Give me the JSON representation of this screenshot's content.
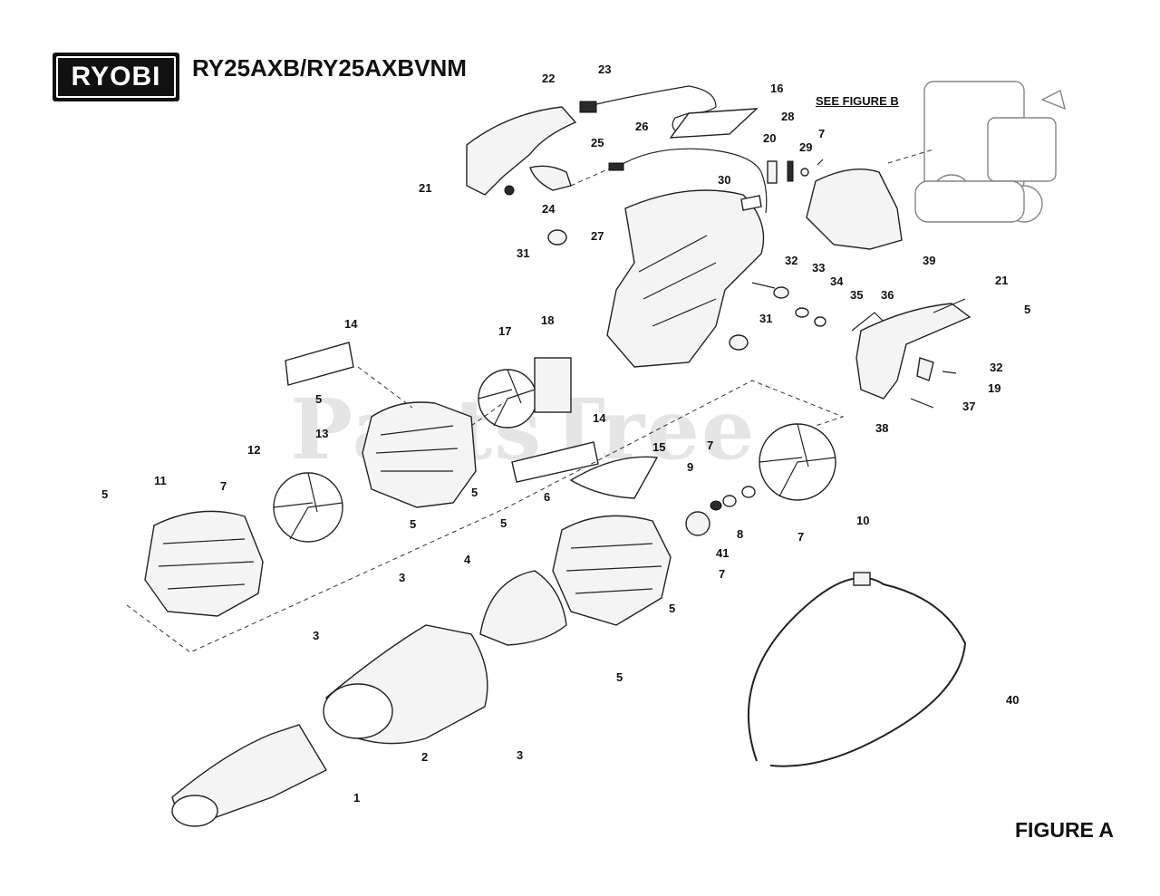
{
  "brand": "RYOBI",
  "model": "RY25AXB/RY25AXBVNM",
  "figure_label": "FIGURE A",
  "see_figure": "SEE FIGURE B",
  "watermark": "PartsTree",
  "watermark_tm": "™",
  "part_labels": [
    "1",
    "2",
    "3",
    "3",
    "3",
    "4",
    "5",
    "5",
    "5",
    "5",
    "5",
    "5",
    "5",
    "5",
    "6",
    "7",
    "7",
    "7",
    "7",
    "7",
    "8",
    "9",
    "10",
    "11",
    "12",
    "13",
    "14",
    "14",
    "15",
    "16",
    "17",
    "18",
    "19",
    "20",
    "21",
    "21",
    "22",
    "23",
    "24",
    "25",
    "26",
    "27",
    "28",
    "29",
    "30",
    "31",
    "31",
    "32",
    "32",
    "33",
    "34",
    "35",
    "36",
    "37",
    "38",
    "39",
    "40",
    "41"
  ]
}
